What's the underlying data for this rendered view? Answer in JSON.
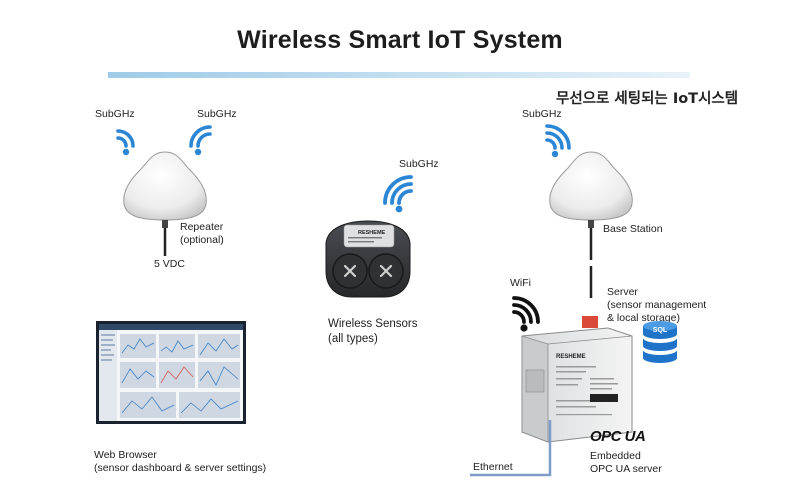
{
  "title": "Wireless Smart IoT System",
  "subtitle_korean": "무선으로 세팅되는 IoT시스템",
  "repeater": {
    "signal_left_label": "SubGHz",
    "signal_right_label": "SubGHz",
    "label_line1": "Repeater",
    "label_line2": "(optional)",
    "power_label": "5 VDC"
  },
  "sensors": {
    "signal_label": "SubGHz",
    "label_line1": "Wireless Sensors",
    "label_line2": "(all types)",
    "brand": "RESHEME"
  },
  "base_station": {
    "signal_label": "SubGHz",
    "label": "Base Station"
  },
  "server": {
    "wifi_label": "WiFi",
    "label_line1": "Server",
    "label_line2": "(sensor management",
    "label_line3": "& local storage)",
    "sql_label": "SQL",
    "brand": "RESHEME",
    "opc_logo": "OPC UA",
    "opc_label_line1": "Embedded",
    "opc_label_line2": "OPC UA server",
    "ethernet_label": "Ethernet"
  },
  "browser": {
    "label_line1": "Web Browser",
    "label_line2": "(sensor dashboard & server settings)"
  },
  "colors": {
    "signal_blue": "#2b86d6",
    "title_bar": "#9fcbe8",
    "ethernet_line": "#7d9dc8",
    "database_blue": "#1f73c8"
  }
}
